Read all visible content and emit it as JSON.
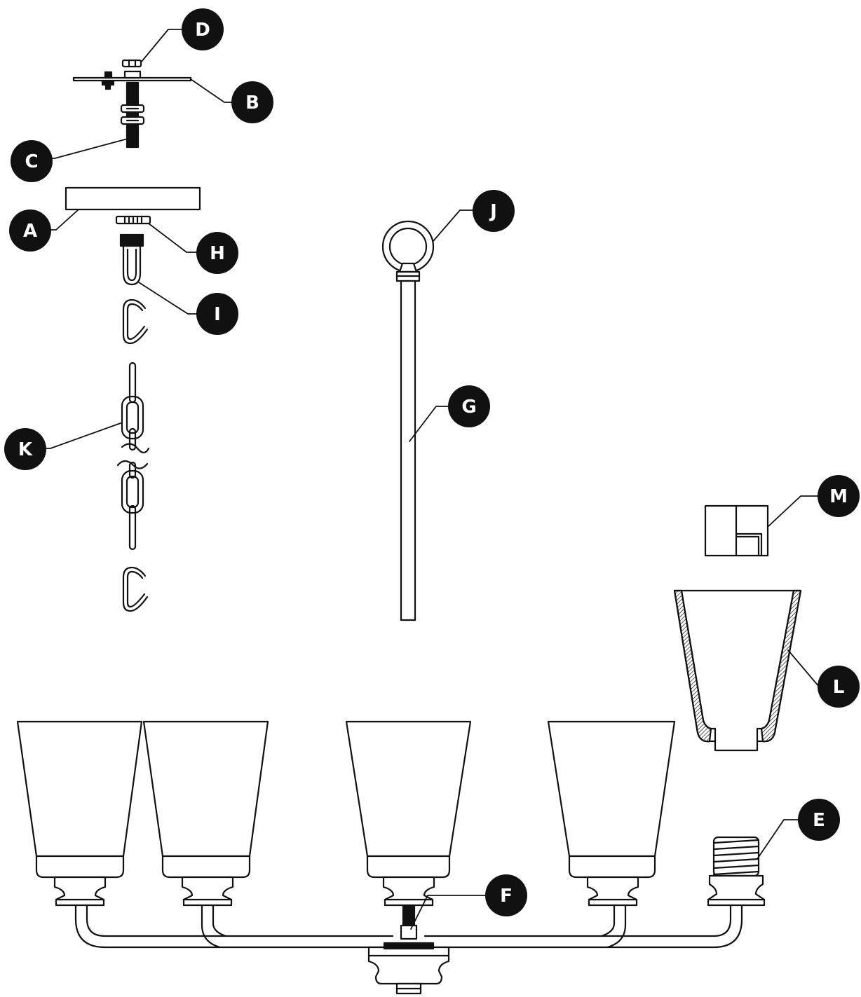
{
  "diagram": {
    "parts": [
      {
        "id": "A",
        "label": "A"
      },
      {
        "id": "B",
        "label": "B"
      },
      {
        "id": "C",
        "label": "C"
      },
      {
        "id": "D",
        "label": "D"
      },
      {
        "id": "E",
        "label": "E"
      },
      {
        "id": "F",
        "label": "F"
      },
      {
        "id": "G",
        "label": "G"
      },
      {
        "id": "H",
        "label": "H"
      },
      {
        "id": "I",
        "label": "I"
      },
      {
        "id": "J",
        "label": "J"
      },
      {
        "id": "K",
        "label": "K"
      },
      {
        "id": "L",
        "label": "L"
      },
      {
        "id": "M",
        "label": "M"
      }
    ],
    "colors": {
      "ink": "#111111",
      "paper": "#ffffff"
    }
  }
}
